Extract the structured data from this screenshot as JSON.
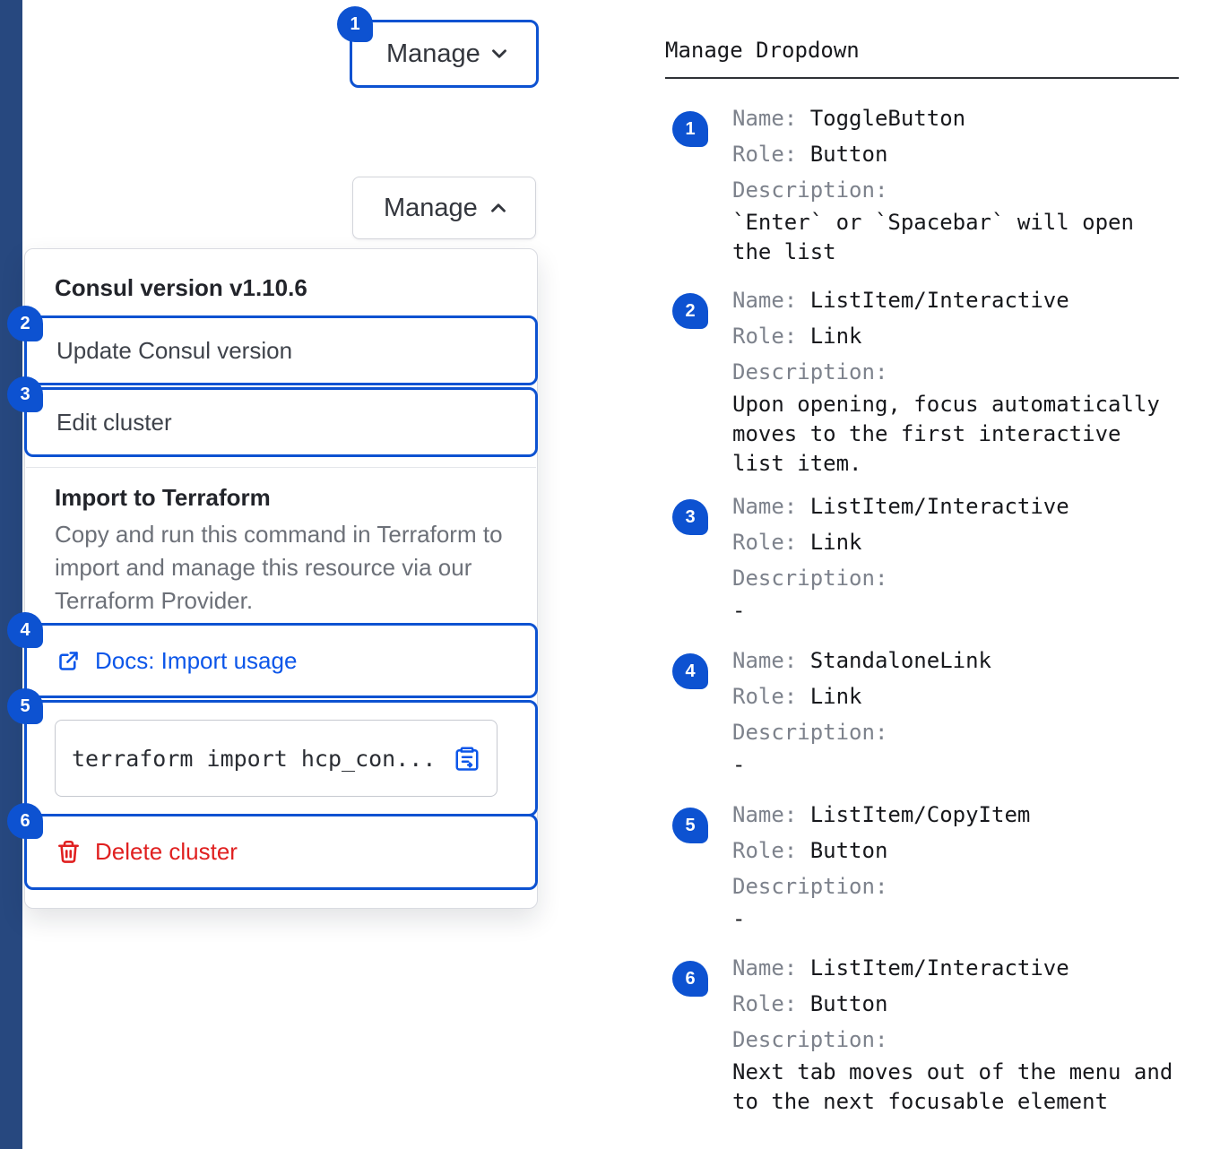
{
  "colors": {
    "annotation_blue": "#0d52d1",
    "link_blue": "#0c56e9",
    "danger_red": "#e02020",
    "rail_navy": "#27487f"
  },
  "toggle_button_closed": {
    "label": "Manage",
    "badge": "1"
  },
  "toggle_button_open": {
    "label": "Manage"
  },
  "dropdown": {
    "version_heading": "Consul version v1.10.6",
    "update_item": {
      "label": "Update Consul version",
      "badge": "2"
    },
    "edit_item": {
      "label": "Edit cluster",
      "badge": "3"
    },
    "terraform_heading": "Import to Terraform",
    "terraform_description": "Copy and run this command in Terraform to import and manage this resource via our Terraform Provider.",
    "docs_link": {
      "label": "Docs: Import usage",
      "badge": "4"
    },
    "copy_item": {
      "code": "terraform import hcp_con...",
      "badge": "5"
    },
    "delete_item": {
      "label": "Delete cluster",
      "badge": "6"
    }
  },
  "annotations": {
    "title": "Manage Dropdown",
    "labels": {
      "name": "Name:",
      "role": "Role:",
      "description": "Description:"
    },
    "entries": [
      {
        "num": "1",
        "name": "ToggleButton",
        "role": "Button",
        "description": "`Enter` or `Spacebar` will open the list"
      },
      {
        "num": "2",
        "name": "ListItem/Interactive",
        "role": "Link",
        "description": "Upon opening, focus automatically moves to the first interactive list item."
      },
      {
        "num": "3",
        "name": "ListItem/Interactive",
        "role": "Link",
        "description": "-"
      },
      {
        "num": "4",
        "name": "StandaloneLink",
        "role": "Link",
        "description": "-"
      },
      {
        "num": "5",
        "name": "ListItem/CopyItem",
        "role": "Button",
        "description": "-"
      },
      {
        "num": "6",
        "name": "ListItem/Interactive",
        "role": "Button",
        "description": "Next tab moves out of the menu and to the next focusable element"
      }
    ]
  }
}
